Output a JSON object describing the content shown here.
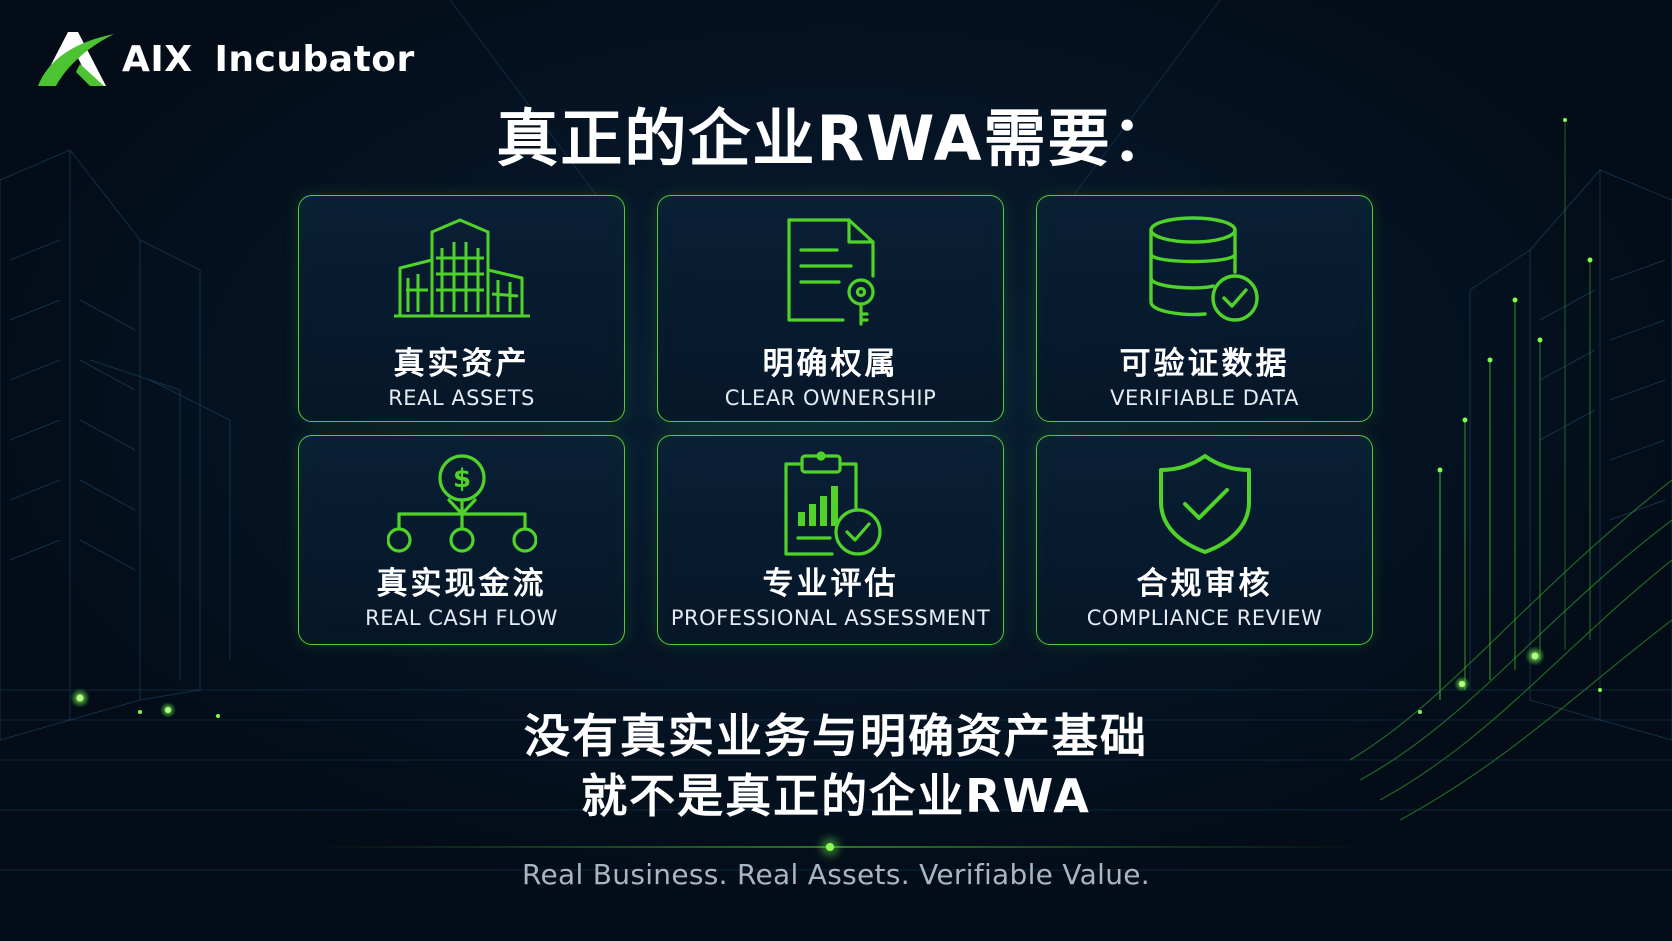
{
  "brand": {
    "name_part1": "AIX",
    "name_part2": "Incubator"
  },
  "title": "真正的企业RWA需要：",
  "cards": [
    {
      "zh": "真实资产",
      "en": "REAL ASSETS",
      "icon": "building-icon"
    },
    {
      "zh": "明确权属",
      "en": "CLEAR OWNERSHIP",
      "icon": "document-key-icon"
    },
    {
      "zh": "可验证数据",
      "en": "VERIFIABLE DATA",
      "icon": "database-check-icon"
    },
    {
      "zh": "真实现金流",
      "en": "REAL CASH FLOW",
      "icon": "dollar-network-icon"
    },
    {
      "zh": "专业评估",
      "en": "PROFESSIONAL ASSESSMENT",
      "icon": "clipboard-chart-check-icon"
    },
    {
      "zh": "合规审核",
      "en": "COMPLIANCE REVIEW",
      "icon": "shield-check-icon"
    }
  ],
  "statement": {
    "line1": "没有真实业务与明确资产基础",
    "line2": "就不是真正的企业RWA"
  },
  "tagline": "Real Business. Real Assets. Verifiable Value.",
  "colors": {
    "accent": "#56c932",
    "background": "#04101d",
    "text": "#ffffff"
  }
}
